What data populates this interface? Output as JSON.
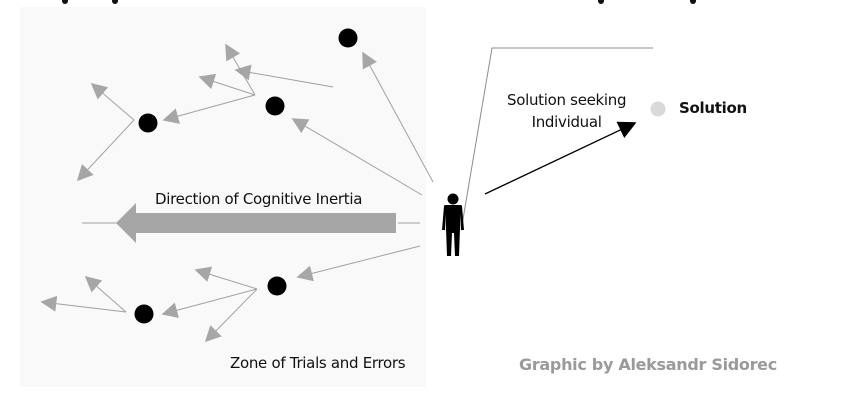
{
  "diagram": {
    "title": "Cognitive Inertia Diagram",
    "labels": {
      "direction": "Direction of Cognitive Inertia",
      "zone": "Zone of Trials and Errors",
      "seeker_line1": "Solution seeking",
      "seeker_line2": "Individual",
      "solution": "Solution",
      "credit": "Graphic by Aleksandr Sidorec"
    },
    "colors": {
      "zone_background": "#f9f9f9",
      "arrow_gray": "#a6a6a6",
      "line_gray": "#a0a0a0",
      "dot_black": "#000000",
      "solution_dot": "#d9d9d9",
      "credit_text": "#9a9a9a"
    },
    "icons": {
      "individual": "person-icon",
      "solution": "solution-dot-icon",
      "trial": "trial-dot-icon"
    }
  }
}
